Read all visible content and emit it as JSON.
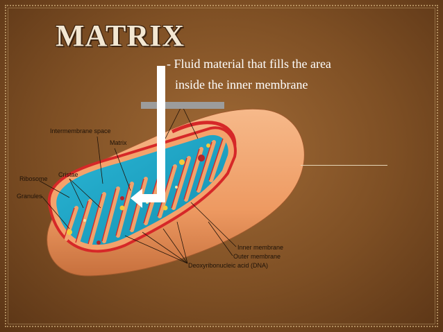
{
  "slide": {
    "title": "MATRIX",
    "definition_line1": "- Fluid material that fills the area",
    "definition_line2": "inside the inner membrane"
  },
  "diagram": {
    "labels": {
      "intermembrane_space": "Intermembrane space",
      "matrix": "Matrix",
      "ribosome": "Ribosome",
      "cristae": "Cristae",
      "granules": "Granules",
      "inner_membrane": "Inner membrane",
      "outer_membrane": "Outer membrane",
      "dna": "Deoxyribonucleic acid (DNA)"
    }
  },
  "colors": {
    "background": "#8a5a2b",
    "outer_membrane": "#f0a36c",
    "inner_membrane": "#d62828",
    "matrix_fluid": "#1fa9c9",
    "arrow": "#ffffff",
    "bar": "#9c9c9c"
  }
}
